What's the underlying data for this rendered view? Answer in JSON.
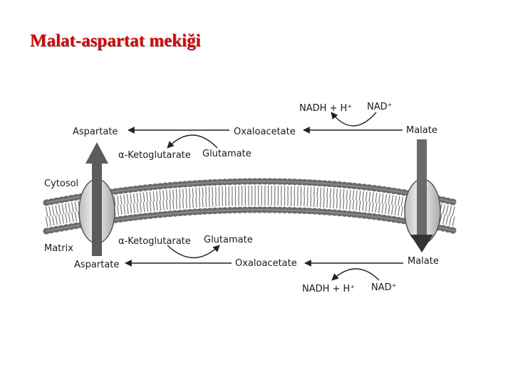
{
  "slide": {
    "title": "Malat-aspartat mekiği"
  },
  "diagram": {
    "top": {
      "nadh": "NADH + H⁺",
      "nad": "NAD⁺",
      "aspartate": "Aspartate",
      "oxaloacetate": "Oxaloacetate",
      "malate": "Malate",
      "ketoglutarate": "α-Ketoglutarate",
      "glutamate": "Glutamate"
    },
    "compartments": {
      "cytosol": "Cytosol",
      "matrix": "Matrix"
    },
    "bottom": {
      "ketoglutarate": "α-Ketoglutarate",
      "glutamate": "Glutamate",
      "aspartate": "Aspartate",
      "oxaloacetate": "Oxaloacetate",
      "malate": "Malate",
      "nadh": "NADH + H⁺",
      "nad": "NAD⁺"
    }
  }
}
